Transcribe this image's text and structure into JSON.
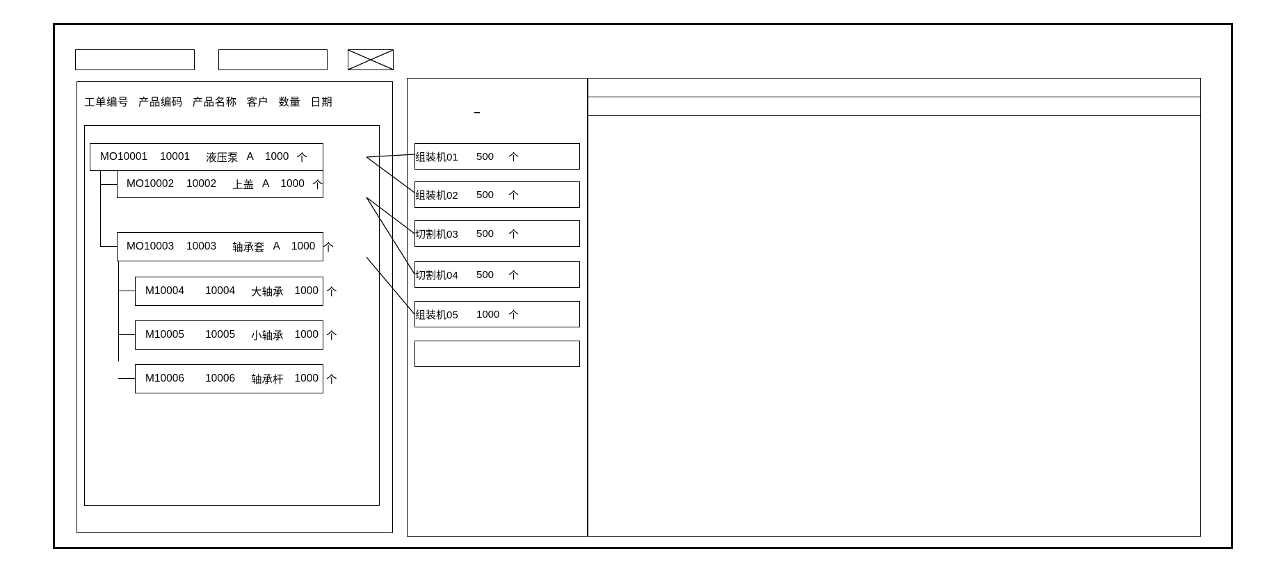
{
  "toolbar": {
    "buttons": [
      {
        "name": "toolbar-field-1",
        "label": ""
      },
      {
        "name": "toolbar-field-2",
        "label": ""
      }
    ],
    "close_icon": "x-box-icon"
  },
  "left_panel": {
    "columns": [
      "工单编号",
      "产品编码",
      "产品名称",
      "客户",
      "数量",
      "日期"
    ],
    "rows": [
      {
        "level": 0,
        "order_no": "MO10001",
        "product_code": "10001",
        "product_name": "液压泵",
        "customer": "A",
        "qty": "1000",
        "unit": "个"
      },
      {
        "level": 1,
        "order_no": "MO10002",
        "product_code": "10002",
        "product_name": "上盖",
        "customer": "A",
        "qty": "1000",
        "unit": "个"
      },
      {
        "level": 1,
        "order_no": "MO10003",
        "product_code": "10003",
        "product_name": "轴承套",
        "customer": "A",
        "qty": "1000",
        "unit": "个"
      },
      {
        "level": 2,
        "order_no": "M10004",
        "product_code": "10004",
        "product_name": "大轴承",
        "customer": "",
        "qty": "1000",
        "unit": "个"
      },
      {
        "level": 2,
        "order_no": "M10005",
        "product_code": "10005",
        "product_name": "小轴承",
        "customer": "",
        "qty": "1000",
        "unit": "个"
      },
      {
        "level": 2,
        "order_no": "M10006",
        "product_code": "10006",
        "product_name": "轴承杆",
        "customer": "",
        "qty": "1000",
        "unit": "个"
      }
    ]
  },
  "mid_panel": {
    "machines": [
      {
        "name": "组装机01",
        "qty": "500",
        "unit": "个"
      },
      {
        "name": "组装机02",
        "qty": "500",
        "unit": "个"
      },
      {
        "name": "切割机03",
        "qty": "500",
        "unit": "个"
      },
      {
        "name": "切割机04",
        "qty": "500",
        "unit": "个"
      },
      {
        "name": "组装机05",
        "qty": "1000",
        "unit": "个"
      },
      {
        "name": "",
        "qty": "",
        "unit": ""
      }
    ]
  },
  "right_panel": {
    "header_label": "",
    "body_label": ""
  },
  "colors": {
    "stroke": "#000000",
    "background": "#ffffff"
  }
}
